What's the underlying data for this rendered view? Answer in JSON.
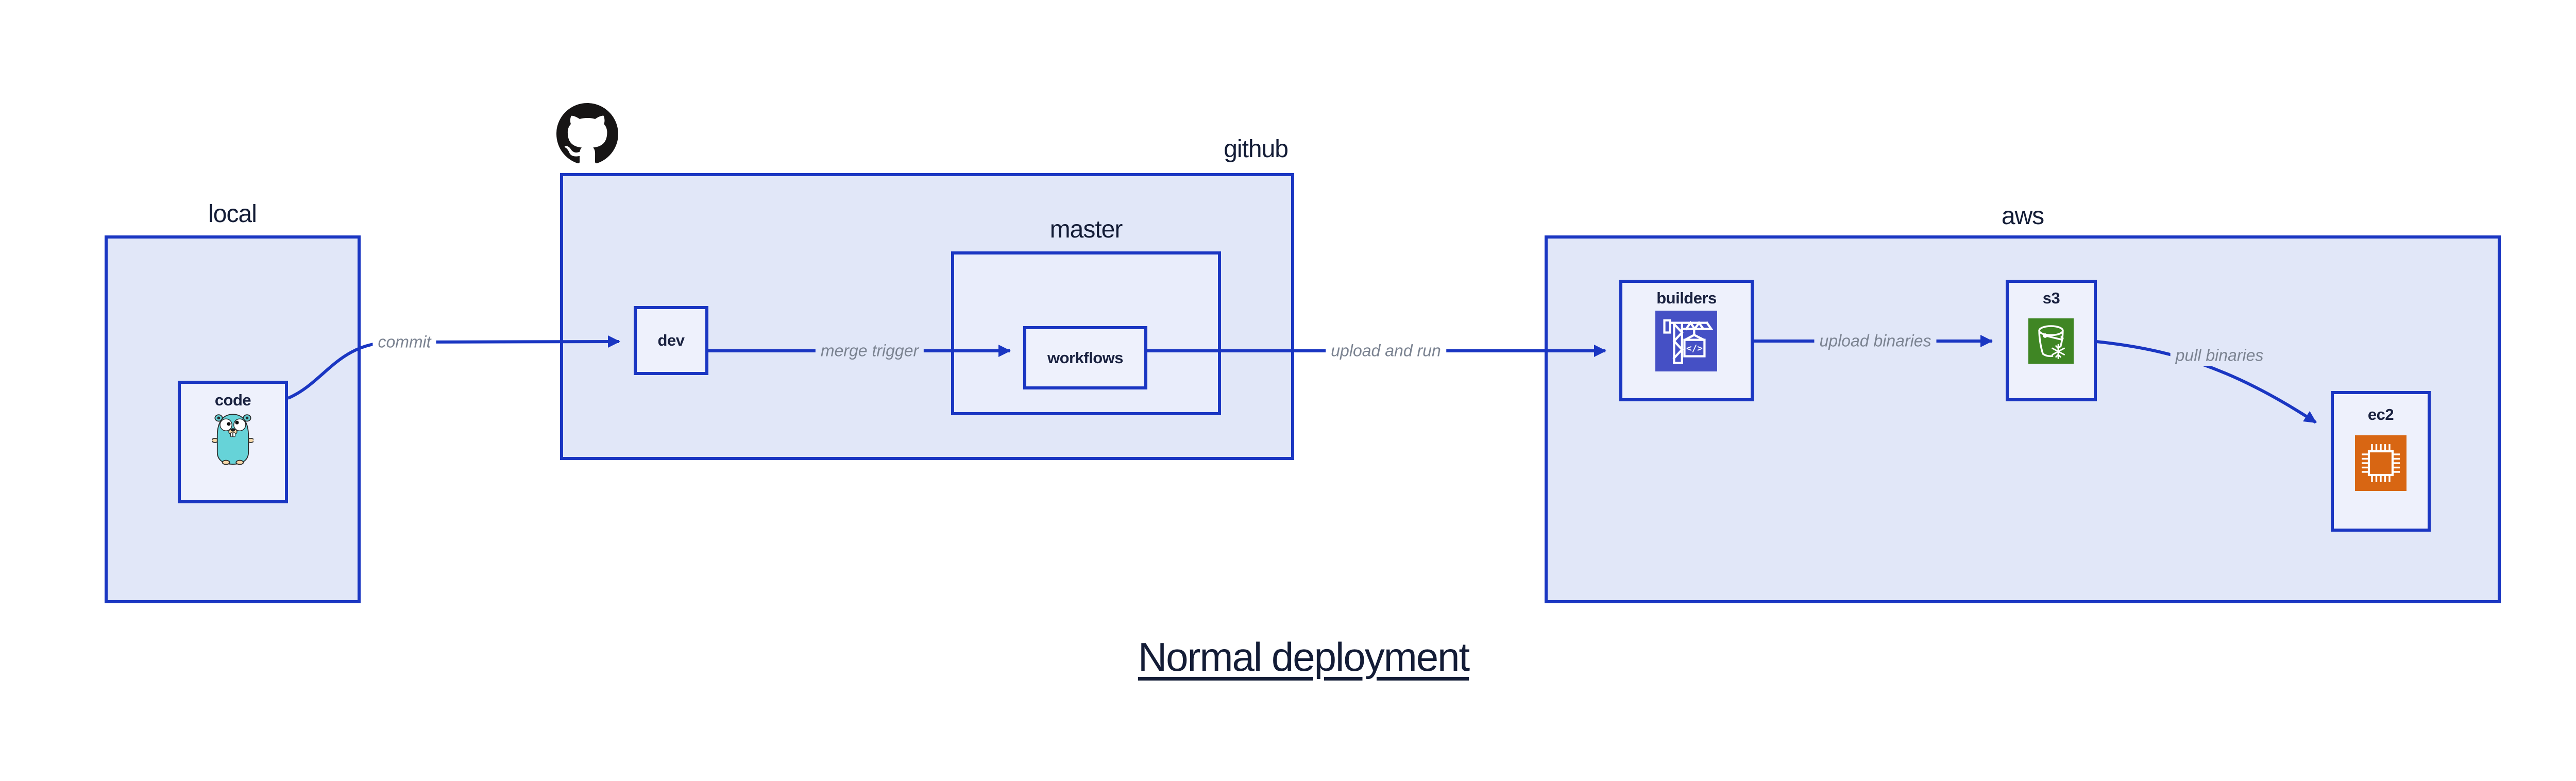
{
  "title": "Normal deployment",
  "containers": {
    "local": {
      "label": "local"
    },
    "github": {
      "label": "github"
    },
    "master": {
      "label": "master"
    },
    "aws": {
      "label": "aws"
    }
  },
  "nodes": {
    "code": {
      "label": "code",
      "icon": "go-gopher-icon"
    },
    "dev": {
      "label": "dev"
    },
    "workflows": {
      "label": "workflows"
    },
    "builders": {
      "label": "builders",
      "icon": "aws-codebuild-crane-icon",
      "icon_text": "</>"
    },
    "s3": {
      "label": "s3",
      "icon": "aws-s3-bucket-snowflake-icon"
    },
    "ec2": {
      "label": "ec2",
      "icon": "aws-ec2-chip-icon"
    }
  },
  "edges": {
    "commit": {
      "label": "commit"
    },
    "merge_trigger": {
      "label": "merge trigger"
    },
    "upload_and_run": {
      "label": "upload and run"
    },
    "upload_binaries": {
      "label": "upload binaries"
    },
    "pull_binaries": {
      "label": "pull binaries"
    }
  },
  "logos": {
    "github_octocat": "github-octocat-icon"
  },
  "colors": {
    "accent_blue": "#1a36c2",
    "container_fill": "#e1e7f8",
    "master_fill": "#e9edfb",
    "node_fill": "#eef1fc",
    "edge_label_gray": "#7b8391",
    "node_label_navy": "#1a2240",
    "heading_navy": "#131c36",
    "octocat_black": "#171515",
    "gopher_teal": "#66d3d8",
    "gopher_tan": "#f6d7a7",
    "codebuild_indigo": "#4550c5",
    "s3_green": "#3f8624",
    "ec2_orange": "#d86613",
    "page_bg": "#ffffff"
  }
}
